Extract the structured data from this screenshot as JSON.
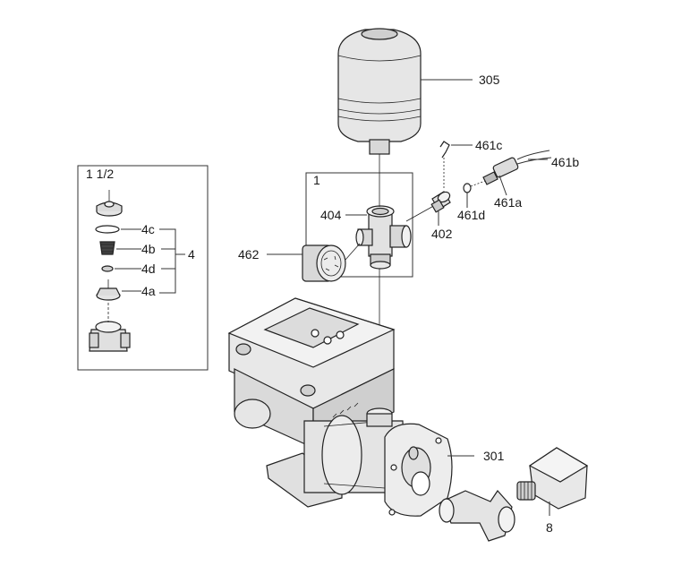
{
  "labels": {
    "tank": "305",
    "clip": "461c",
    "cable": "461b",
    "box_number": "1",
    "fitting": "404",
    "nipple": "402",
    "oring": "461d",
    "switch": "461a",
    "gauge": "462",
    "pump": "301",
    "adapter": "8",
    "inset_title": "1 1/2",
    "valve_c": "4c",
    "valve_b": "4b",
    "valve_d": "4d",
    "valve_a": "4a",
    "valve_group": "4"
  }
}
